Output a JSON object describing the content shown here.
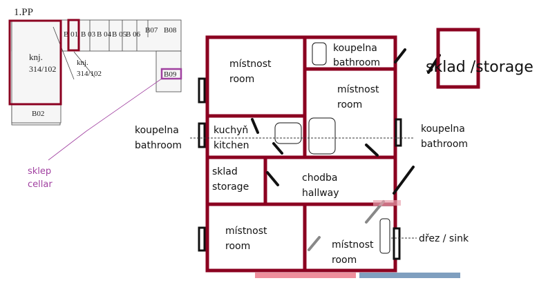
{
  "colors": {
    "wall": "#8b0020",
    "cellar": "#a040a0",
    "bar_pink": "#ee8e9c",
    "bar_blue": "#7f9fbf"
  },
  "old_plan": {
    "floor": "1.PP",
    "units": [
      "B 01",
      "B 03",
      "B 04",
      "B 05",
      "B 06",
      "B07",
      "B08",
      "B09",
      "B02"
    ],
    "parcel_main": [
      "knj.",
      "314/102"
    ],
    "parcel_side": [
      "knj.",
      "314/102"
    ],
    "cellar_label": [
      "sklep",
      "cellar"
    ]
  },
  "plan": {
    "rooms": {
      "room_top_left": [
        "místnost",
        "room"
      ],
      "bathroom_top": [
        "koupelna",
        "bathroom"
      ],
      "room_top_right": [
        "místnost",
        "room"
      ],
      "kitchen": [
        "kuchyň",
        "kitchen"
      ],
      "storage": [
        "sklad",
        "storage"
      ],
      "hallway": [
        "chodba",
        "hallway"
      ],
      "room_bottom_left": [
        "místnost",
        "room"
      ],
      "room_bottom_right": [
        "místnost",
        "room"
      ]
    },
    "outside_labels": {
      "storage_big": "sklad /storage",
      "bathroom_left": [
        "koupelna",
        "bathroom"
      ],
      "bathroom_right": [
        "koupelna",
        "bathroom"
      ],
      "sink": "dřez / sink"
    }
  }
}
